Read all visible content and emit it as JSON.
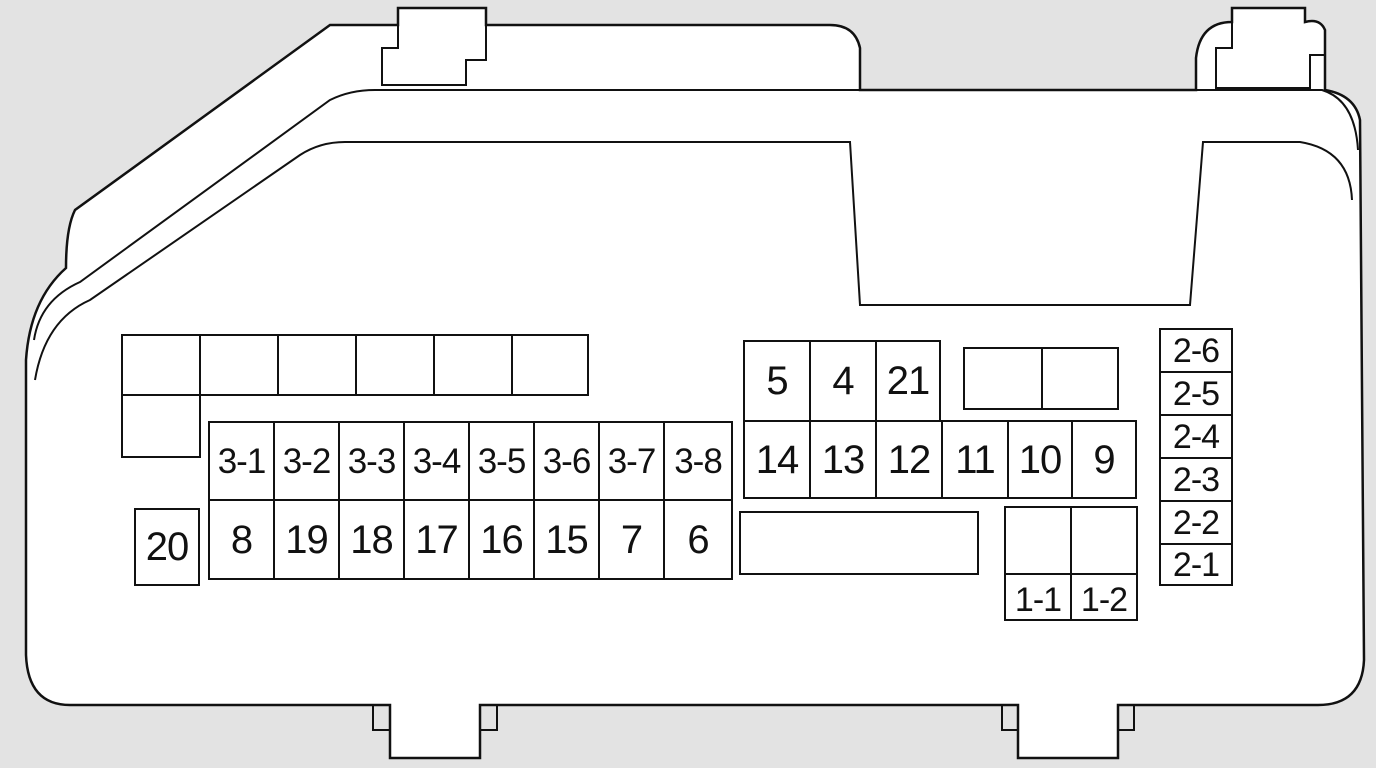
{
  "colors": {
    "background": "#e3e3e3",
    "outline": "#111111",
    "fill": "#ffffff"
  },
  "fuse_labels": {
    "r3_1": "3-1",
    "r3_2": "3-2",
    "r3_3": "3-3",
    "r3_4": "3-4",
    "r3_5": "3-5",
    "r3_6": "3-6",
    "r3_7": "3-7",
    "r3_8": "3-8",
    "f20": "20",
    "f8": "8",
    "f19": "19",
    "f18": "18",
    "f17": "17",
    "f16": "16",
    "f15": "15",
    "f7": "7",
    "f6": "6",
    "f5": "5",
    "f4": "4",
    "f21": "21",
    "f14": "14",
    "f13": "13",
    "f12": "12",
    "f11": "11",
    "f10": "10",
    "f9": "9",
    "r1_1": "1-1",
    "r1_2": "1-2",
    "r2_1": "2-1",
    "r2_2": "2-2",
    "r2_3": "2-3",
    "r2_4": "2-4",
    "r2_5": "2-5",
    "r2_6": "2-6"
  }
}
